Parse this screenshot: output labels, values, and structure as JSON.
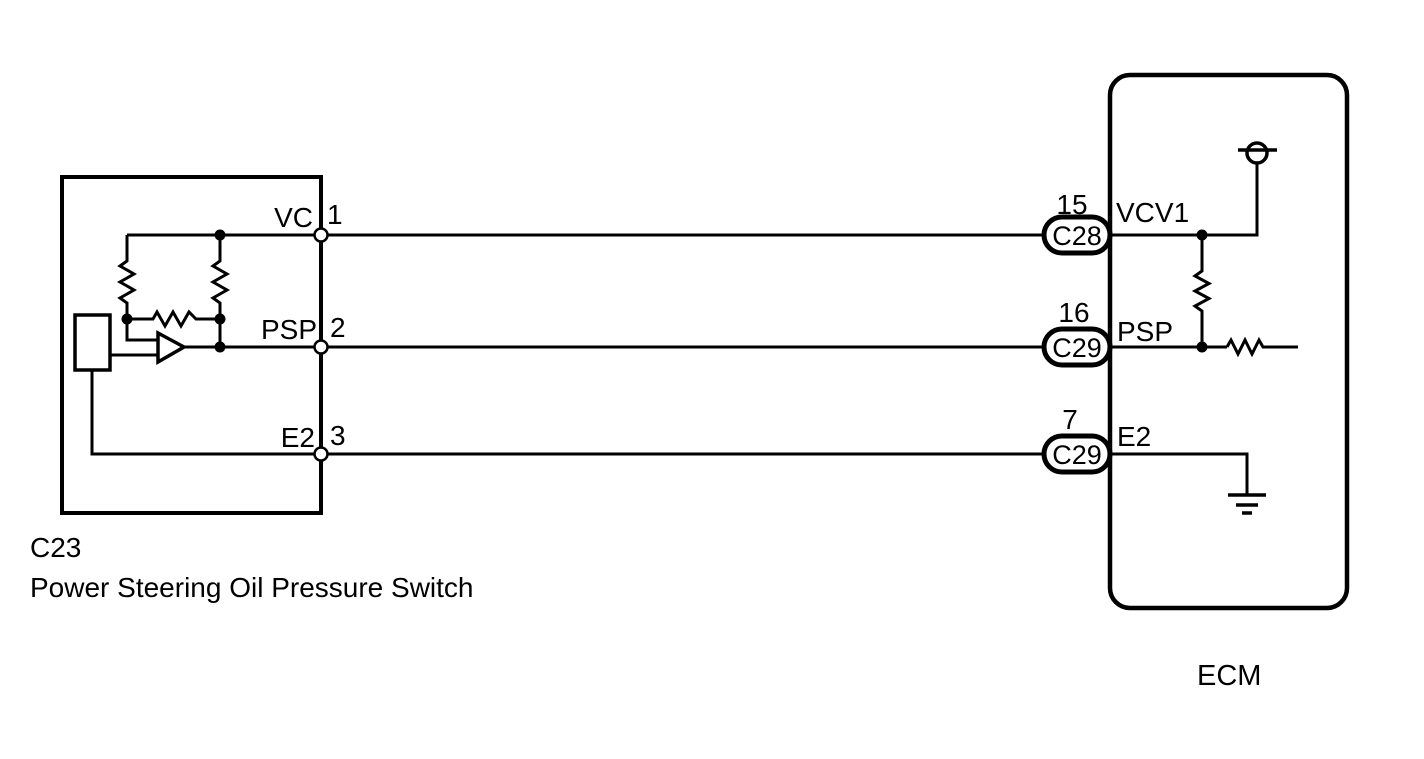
{
  "component": {
    "code": "C23",
    "name": "Power Steering Oil Pressure Switch",
    "pins": [
      {
        "terminal": "VC",
        "number": "1"
      },
      {
        "terminal": "PSP",
        "number": "2"
      },
      {
        "terminal": "E2",
        "number": "3"
      }
    ]
  },
  "ecm": {
    "name": "ECM",
    "terminals": [
      {
        "number": "15",
        "connector": "C28",
        "label": "VCV1"
      },
      {
        "number": "16",
        "connector": "C29",
        "label": "PSP"
      },
      {
        "number": "7",
        "connector": "C29",
        "label": "E2"
      }
    ]
  },
  "colors": {
    "line": "#000000",
    "background": "#ffffff"
  }
}
